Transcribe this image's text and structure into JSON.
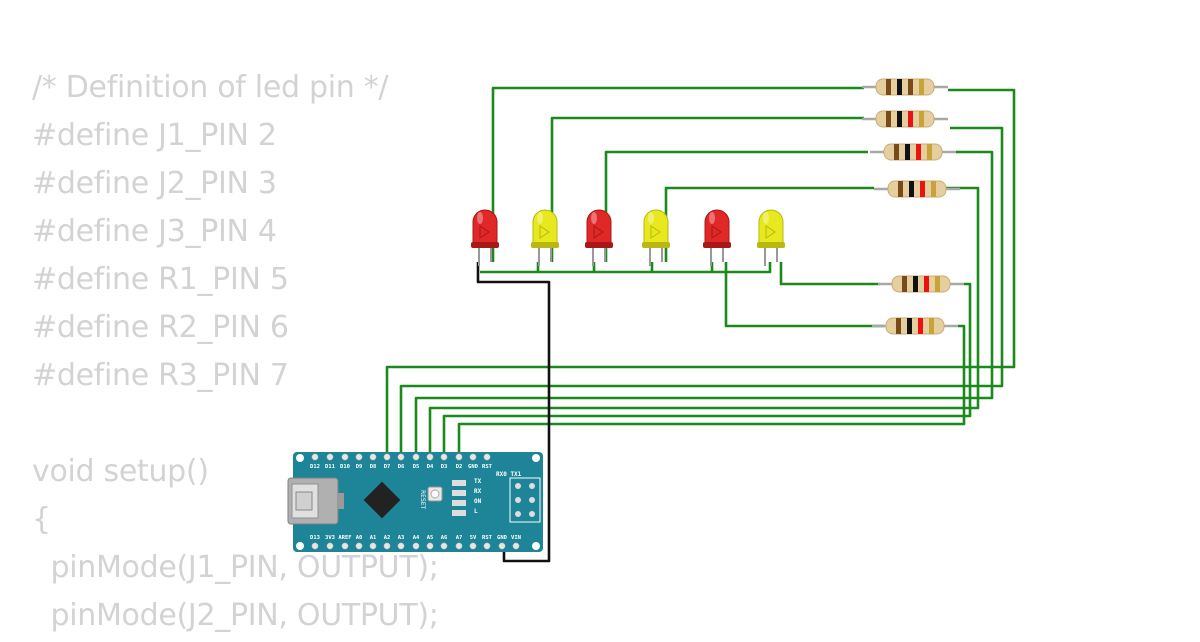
{
  "code": {
    "lines": [
      "/* Definition of led pin */",
      "#define J1_PIN 2",
      "#define J2_PIN 3",
      "#define J3_PIN 4",
      "#define R1_PIN 5",
      "#define R2_PIN 6",
      "#define R3_PIN 7",
      "",
      "void setup()",
      "{",
      "  pinMode(J1_PIN, OUTPUT);",
      "  pinMode(J2_PIN, OUTPUT);"
    ]
  },
  "board": {
    "top_pins": [
      "D12",
      "D11",
      "D10",
      "D9",
      "D8",
      "D7",
      "D6",
      "D5",
      "D4",
      "D3",
      "D2",
      "GND",
      "RST"
    ],
    "top_right_label": "RX0 TX1",
    "bottom_pins": [
      "D13",
      "3V3",
      "AREF",
      "A0",
      "A1",
      "A2",
      "A3",
      "A4",
      "A5",
      "A6",
      "A7",
      "5V",
      "RST",
      "GND",
      "VIN"
    ],
    "reset_label": "RESET",
    "led_labels": [
      "TX",
      "RX",
      "ON",
      "L"
    ]
  },
  "leds": [
    {
      "color": "red"
    },
    {
      "color": "yellow"
    },
    {
      "color": "red"
    },
    {
      "color": "yellow"
    },
    {
      "color": "red"
    },
    {
      "color": "yellow"
    }
  ],
  "colors": {
    "wire_green": "#1a8a1a",
    "wire_black": "#111111",
    "board_teal": "#1d8597",
    "code_gray": "#d3d3d3",
    "led_red": "#e02828",
    "led_yellow": "#e8e820",
    "resistor_body": "#e6cf9f"
  }
}
